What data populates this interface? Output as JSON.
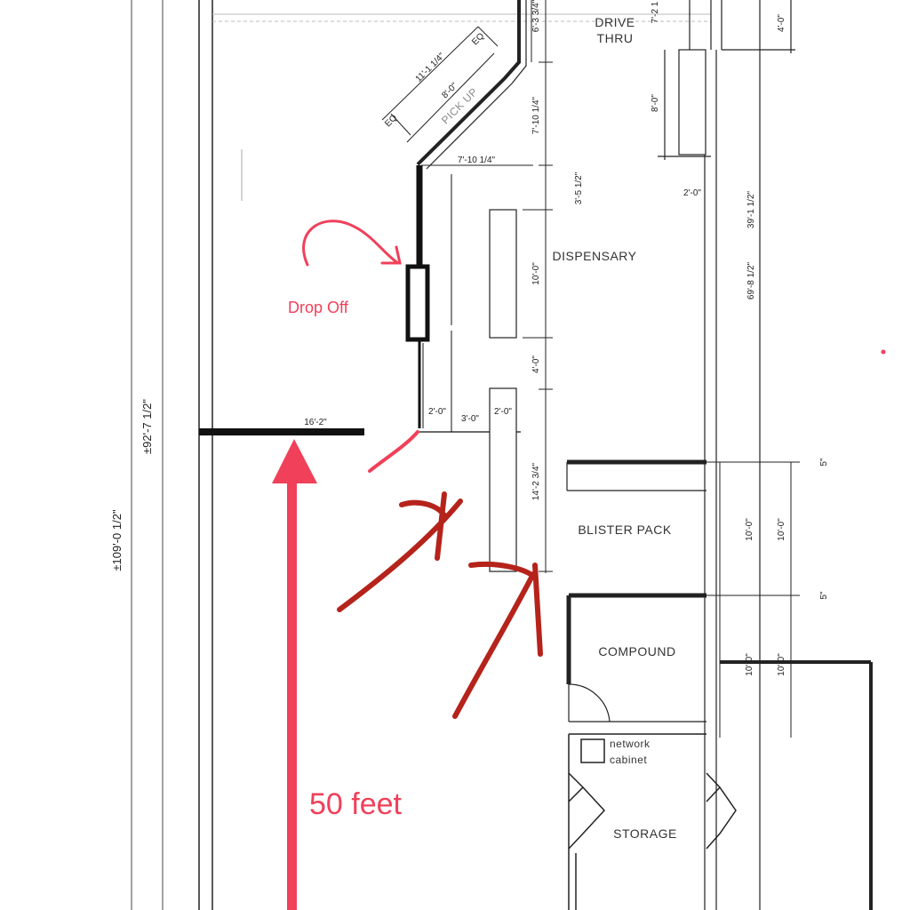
{
  "rooms": {
    "drive_thru_1": "DRIVE",
    "drive_thru_2": "THRU",
    "pick_up": "PICK UP",
    "dispensary": "DISPENSARY",
    "blister_pack": "BLISTER PACK",
    "compound": "COMPOUND",
    "storage": "STORAGE",
    "network_1": "network",
    "network_2": "cabinet"
  },
  "dimensions": {
    "overall_left": "±109'-0 1/2\"",
    "overall_inner": "±92'-7 1/2\"",
    "counter": "16'-2\"",
    "pickup_diag": "11'-1 1/4\"",
    "pickup_8": "8'-0\"",
    "eq_top": "EQ",
    "eq_bottom": "EQ",
    "top_633": "6'-3 3/4\"",
    "v_7101": "7'-10 1/4\"",
    "h_7101": "7'-10 1/4\"",
    "v_35": "3'-5 1/2\"",
    "v_10a": "10'-0\"",
    "v_4": "4'-0\"",
    "h_2a": "2'-0\"",
    "h_3": "3'-0\"",
    "h_2b": "2'-0\"",
    "v_1423": "14'-2 3/4\"",
    "right_72": "7'-2 1",
    "right_4": "4'-0\"",
    "right_8": "8'-0\"",
    "right_2": "2'-0\"",
    "right_3911": "39'-1 1/2\"",
    "right_6981": "69'-8 1/2\"",
    "right_10a": "10'-0\"",
    "right_10b": "10'-0\"",
    "right_10c": "10'-0\"",
    "right_10d": "10'-0\"",
    "right_5a": "5\"",
    "right_5b": "5\""
  },
  "annotations": {
    "drop_off": "Drop Off",
    "distance": "50 feet"
  },
  "colors": {
    "line": "#222222",
    "red_annotation": "#f0405a",
    "dark_red_annotation": "#b5231b"
  }
}
